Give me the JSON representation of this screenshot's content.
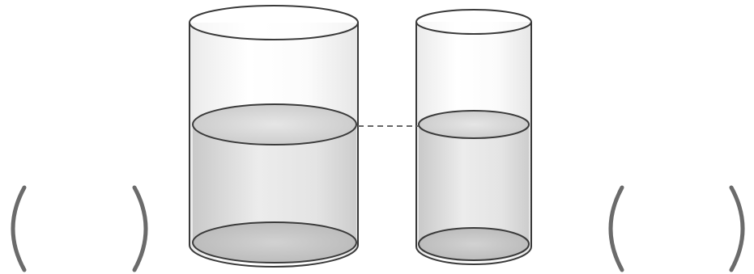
{
  "figure": {
    "containers": [
      {
        "name": "wide-cylinder",
        "shape": "cylinder",
        "contains": "water"
      },
      {
        "name": "narrow-cylinder",
        "shape": "cylinder",
        "contains": "water"
      }
    ],
    "water_levels_equal": true,
    "answer_blanks": [
      {
        "under": "wide-cylinder",
        "value": ""
      },
      {
        "under": "narrow-cylinder",
        "value": ""
      }
    ]
  },
  "colors": {
    "outline": "#3a3a3a",
    "water": "#dcdcdc",
    "water_surface": "#cfcfcf",
    "bottom": "#c4c4c4",
    "glass_highlight": "#f4f4f4",
    "bracket": "#6b6b6b",
    "guide_line": "#666666"
  }
}
